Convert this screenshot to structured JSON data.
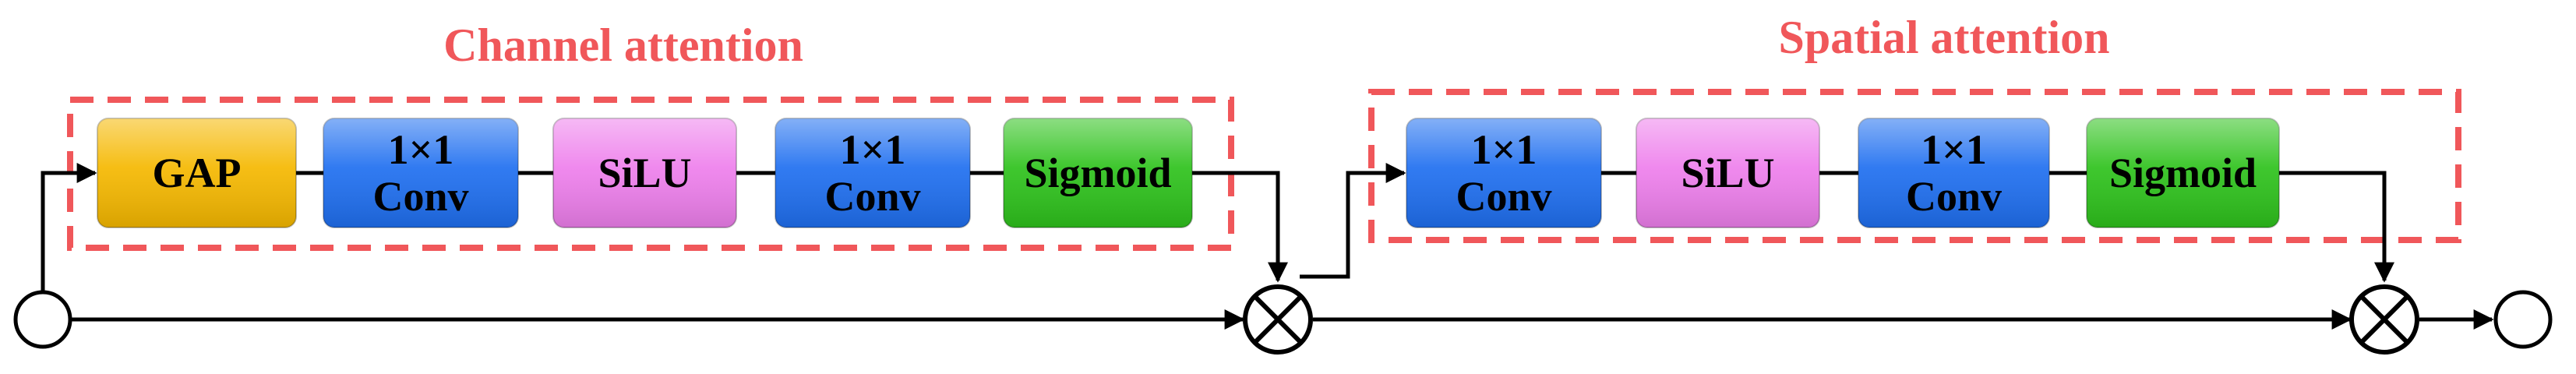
{
  "groups": [
    {
      "title": "Channel attention",
      "blocks": [
        {
          "lines": [
            "GAP"
          ],
          "color": "#f5b800"
        },
        {
          "lines": [
            "1×1",
            "Conv"
          ],
          "color": "#1f6ff0"
        },
        {
          "lines": [
            "SiLU"
          ],
          "color": "#ee7fec"
        },
        {
          "lines": [
            "1×1",
            "Conv"
          ],
          "color": "#1f6ff0"
        },
        {
          "lines": [
            "Sigmoid"
          ],
          "color": "#2ec21c"
        }
      ]
    },
    {
      "title": "Spatial attention",
      "blocks": [
        {
          "lines": [
            "1×1",
            "Conv"
          ],
          "color": "#1f6ff0"
        },
        {
          "lines": [
            "SiLU"
          ],
          "color": "#ee7fec"
        },
        {
          "lines": [
            "1×1",
            "Conv"
          ],
          "color": "#1f6ff0"
        },
        {
          "lines": [
            "Sigmoid"
          ],
          "color": "#2ec21c"
        }
      ]
    }
  ],
  "colors": {
    "dashed_box": "#f0575a",
    "title": "#f0575a",
    "line": "#000000"
  },
  "nodes": {
    "input": "circle",
    "multiply_1": "multiply-icon",
    "multiply_2": "multiply-icon",
    "output": "circle"
  }
}
